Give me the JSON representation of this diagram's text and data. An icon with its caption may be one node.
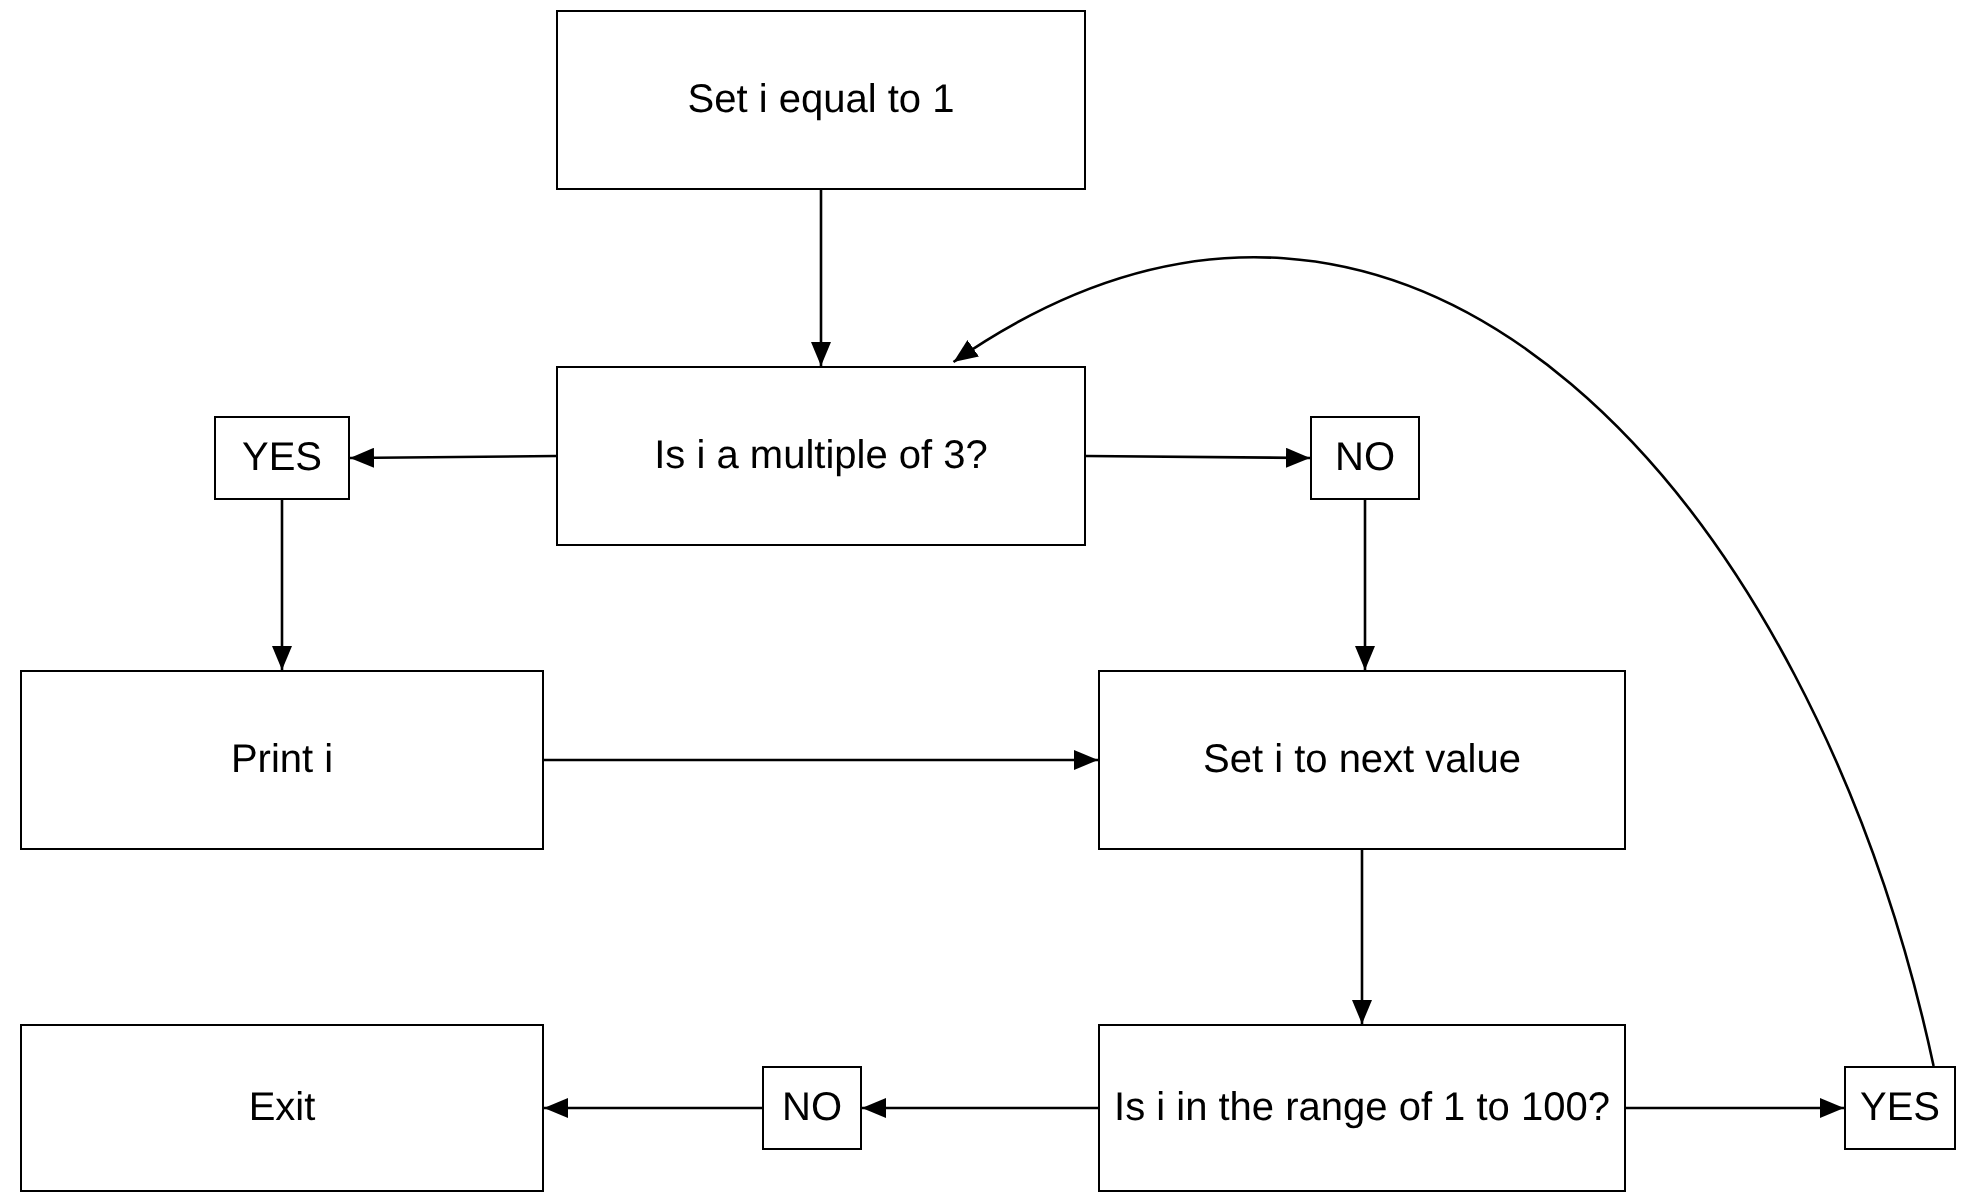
{
  "diagram": {
    "nodes": [
      {
        "text": [
          "Set i equal to 1"
        ]
      },
      {
        "text": [
          "Is i a multiple of 3?"
        ]
      },
      {
        "text": [
          "YES"
        ]
      },
      {
        "text": [
          "NO"
        ]
      },
      {
        "text": [
          "Print i"
        ]
      },
      {
        "text": [
          "Set i to next value"
        ]
      },
      {
        "text": [
          "Is i in the range of 1 to 100?"
        ]
      },
      {
        "text": [
          "NO"
        ]
      },
      {
        "text": [
          "Exit"
        ]
      },
      {
        "text": [
          "YES"
        ]
      }
    ],
    "edges": [
      {
        "from": 0,
        "to": 1,
        "arrow": "to"
      },
      {
        "from": 1,
        "to": 2,
        "arrow": "to"
      },
      {
        "from": 1,
        "to": 3,
        "arrow": "to"
      },
      {
        "from": 2,
        "to": 4,
        "arrow": "to"
      },
      {
        "from": 3,
        "to": 5,
        "arrow": "to"
      },
      {
        "from": 4,
        "to": 5,
        "arrow": "to"
      },
      {
        "from": 5,
        "to": 6,
        "arrow": "to"
      },
      {
        "from": 6,
        "to": 7,
        "arrow": "to"
      },
      {
        "from": 7,
        "to": 8,
        "arrow": "to"
      },
      {
        "from": 6,
        "to": 9,
        "arrow": "to"
      },
      {
        "from": 9,
        "to": 1,
        "arrow": "to"
      }
    ]
  }
}
